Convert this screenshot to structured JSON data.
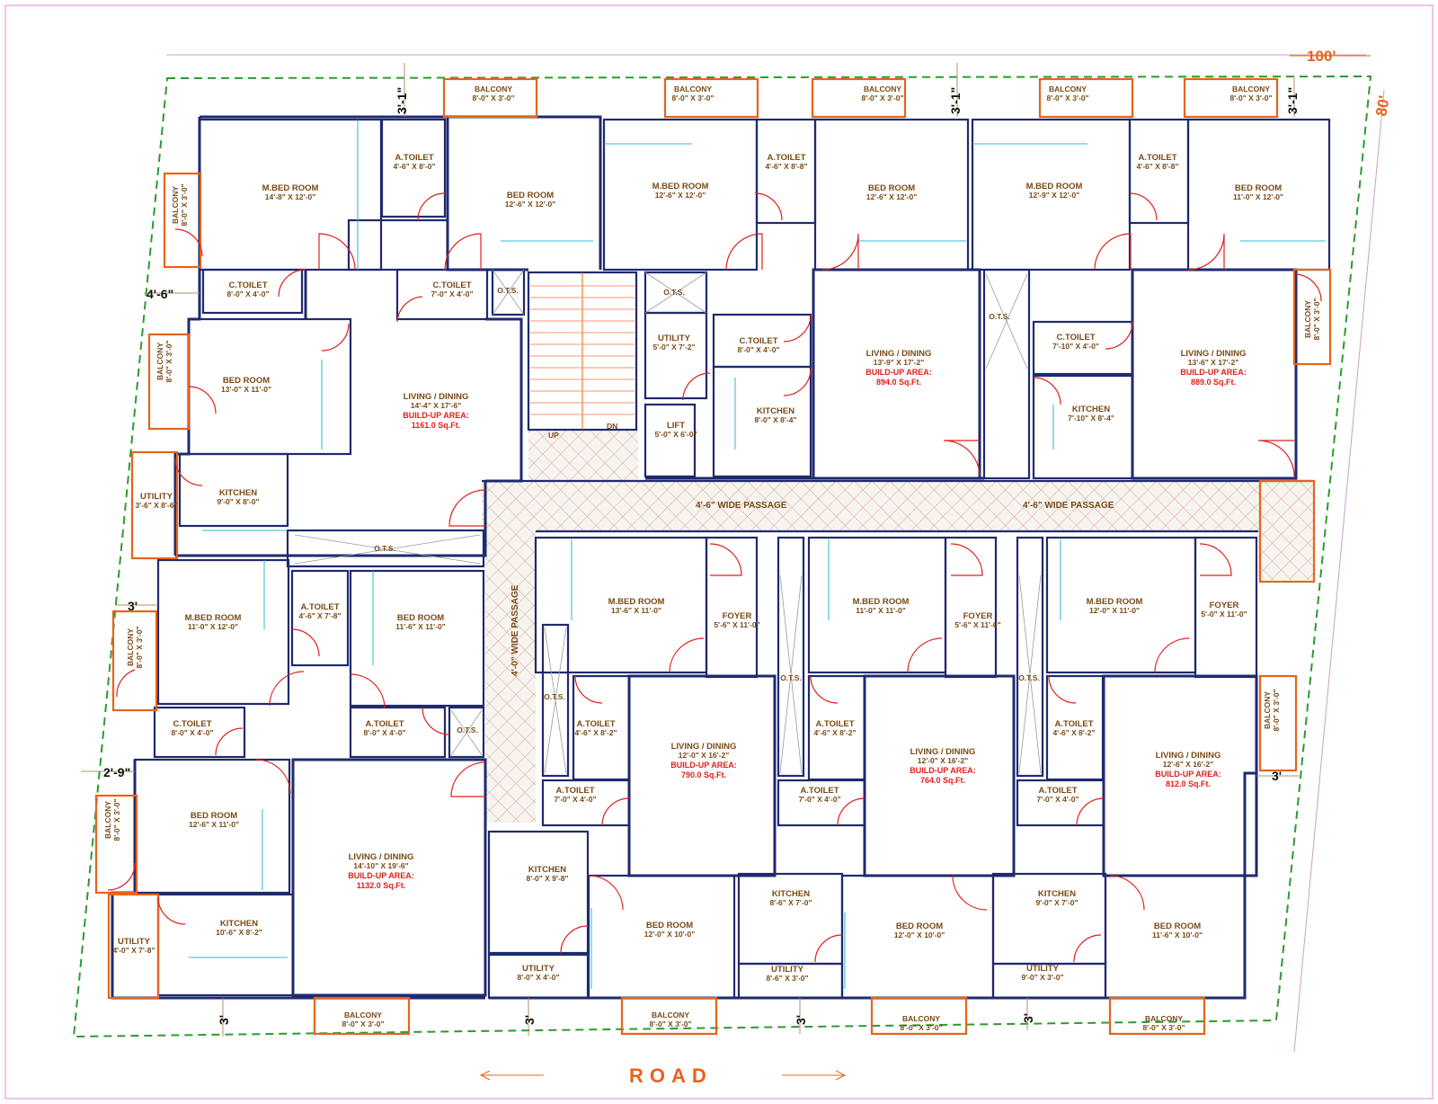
{
  "overall": {
    "width": "100'",
    "depth": "80'",
    "road": "ROAD"
  },
  "setbacks": {
    "top_left": "3'-1\"",
    "top_mid": "3'-1\"",
    "top_right": "3'-1\"",
    "left_upper": "4'-6\"",
    "left_mid": "3'",
    "left_lower": "2'-9\"",
    "right_lower": "3'",
    "bottom_1": "3'",
    "bottom_2": "3'",
    "bottom_3": "3'",
    "bottom_4": "3'"
  },
  "passages": {
    "north_1": "4'-6\" WIDE PASSAGE",
    "north_2": "4'-6\" WIDE PASSAGE",
    "west": "4'-0\" WIDE PASSAGE"
  },
  "stair": {
    "up": "UP",
    "dn": "DN"
  },
  "rooms": [
    {
      "id": "f1-mbed",
      "name": "M.BED ROOM",
      "dim": "14'-8\" X 12'-0\""
    },
    {
      "id": "f1-atoilet",
      "name": "A.TOILET",
      "dim": "4'-6\" X 8'-0\""
    },
    {
      "id": "f1-bed2",
      "name": "BED ROOM",
      "dim": "12'-6\" X 12'-0\""
    },
    {
      "id": "f1-ctoilet-a",
      "name": "C.TOILET",
      "dim": "8'-0\" X 4'-0\""
    },
    {
      "id": "f1-ctoilet-b",
      "name": "C.TOILET",
      "dim": "7'-0\" X 4'-0\""
    },
    {
      "id": "f1-bed3",
      "name": "BED ROOM",
      "dim": "13'-0\" X 11'-0\""
    },
    {
      "id": "f1-living",
      "name": "LIVING / DINING",
      "dim": "14'-4\" X 17'-6\"",
      "area_label": "BUILD-UP AREA:",
      "area": "1161.0 Sq.Ft."
    },
    {
      "id": "f1-kitchen",
      "name": "KITCHEN",
      "dim": "9'-0\" X 8'-0\""
    },
    {
      "id": "f1-utility",
      "name": "UTILITY",
      "dim": "3'-6\" X 8'-6\""
    },
    {
      "id": "f2-mbed",
      "name": "M.BED ROOM",
      "dim": "12'-6\" X 12'-0\""
    },
    {
      "id": "f2-atoilet",
      "name": "A.TOILET",
      "dim": "4'-6\" X 8'-8\""
    },
    {
      "id": "f2-bed",
      "name": "BED ROOM",
      "dim": "12'-6\" X 12'-0\""
    },
    {
      "id": "f2-utility",
      "name": "UTILITY",
      "dim": "5'-0\" X 7'-2\""
    },
    {
      "id": "f2-ctoilet",
      "name": "C.TOILET",
      "dim": "8'-0\" X 4'-0\""
    },
    {
      "id": "f2-kitchen",
      "name": "KITCHEN",
      "dim": "8'-0\" X 8'-4\""
    },
    {
      "id": "f2-living",
      "name": "LIVING / DINING",
      "dim": "13'-9\" X 17'-2\"",
      "area_label": "BUILD-UP AREA:",
      "area": "894.0 Sq.Ft."
    },
    {
      "id": "lift",
      "name": "LIFT",
      "dim": "5'-0\" X 6'-0\""
    },
    {
      "id": "f3-mbed",
      "name": "M.BED ROOM",
      "dim": "12'-9\" X 12'-0\""
    },
    {
      "id": "f3-atoilet",
      "name": "A.TOILET",
      "dim": "4'-6\" X 8'-8\""
    },
    {
      "id": "f3-bed",
      "name": "BED ROOM",
      "dim": "11'-0\" X 12'-0\""
    },
    {
      "id": "f3-ctoilet",
      "name": "C.TOILET",
      "dim": "7'-10\" X 4'-0\""
    },
    {
      "id": "f3-kitchen",
      "name": "KITCHEN",
      "dim": "7'-10\" X 8'-4\""
    },
    {
      "id": "f3-living",
      "name": "LIVING / DINING",
      "dim": "13'-6\" X 17'-2\"",
      "area_label": "BUILD-UP AREA:",
      "area": "889.0 Sq.Ft."
    },
    {
      "id": "f4-mbed",
      "name": "M.BED ROOM",
      "dim": "11'-0\" X 12'-0\""
    },
    {
      "id": "f4-atoilet",
      "name": "A.TOILET",
      "dim": "4'-6\" X 7'-8\""
    },
    {
      "id": "f4-bed",
      "name": "BED ROOM",
      "dim": "11'-6\" X 11'-0\""
    },
    {
      "id": "f4-ctoilet",
      "name": "C.TOILET",
      "dim": "8'-0\" X 4'-0\""
    },
    {
      "id": "f4-atoilet2",
      "name": "A.TOILET",
      "dim": "8'-0\" X 4'-0\""
    },
    {
      "id": "f4-bed2",
      "name": "BED ROOM",
      "dim": "12'-6\" X 11'-0\""
    },
    {
      "id": "f4-living",
      "name": "LIVING / DINING",
      "dim": "14'-10\" X 19'-6\"",
      "area_label": "BUILD-UP AREA:",
      "area": "1132.0 Sq.Ft."
    },
    {
      "id": "f4-kitchen",
      "name": "KITCHEN",
      "dim": "10'-6\" X 8'-2\""
    },
    {
      "id": "f4-utility",
      "name": "UTILITY",
      "dim": "4'-0\" X 7'-8\""
    },
    {
      "id": "f5-mbed",
      "name": "M.BED ROOM",
      "dim": "13'-6\" X 11'-0\""
    },
    {
      "id": "f5-foyer",
      "name": "FOYER",
      "dim": "5'-6\" X 11'-0\""
    },
    {
      "id": "f5-atoilet",
      "name": "A.TOILET",
      "dim": "4'-6\" X 8'-2\""
    },
    {
      "id": "f5-atoilet2",
      "name": "A.TOILET",
      "dim": "7'-0\" X 4'-0\""
    },
    {
      "id": "f5-living",
      "name": "LIVING / DINING",
      "dim": "12'-0\" X 16'-2\"",
      "area_label": "BUILD-UP AREA:",
      "area": "790.0 Sq.Ft."
    },
    {
      "id": "f5-kitchen",
      "name": "KITCHEN",
      "dim": "8'-0\" X 9'-8\""
    },
    {
      "id": "f5-utility",
      "name": "UTILITY",
      "dim": "8'-0\" X 4'-0\""
    },
    {
      "id": "f5-bed",
      "name": "BED ROOM",
      "dim": "12'-0\" X 10'-0\""
    },
    {
      "id": "f6-mbed",
      "name": "M.BED ROOM",
      "dim": "11'-0\" X 11'-0\""
    },
    {
      "id": "f6-foyer",
      "name": "FOYER",
      "dim": "5'-6\" X 11'-0\""
    },
    {
      "id": "f6-atoilet",
      "name": "A.TOILET",
      "dim": "4'-6\" X 8'-2\""
    },
    {
      "id": "f6-atoilet2",
      "name": "A.TOILET",
      "dim": "7'-0\" X 4'-0\""
    },
    {
      "id": "f6-living",
      "name": "LIVING / DINING",
      "dim": "12'-0\" X 16'-2\"",
      "area_label": "BUILD-UP AREA:",
      "area": "764.0 Sq.Ft."
    },
    {
      "id": "f6-kitchen",
      "name": "KITCHEN",
      "dim": "8'-6\" X 7'-0\""
    },
    {
      "id": "f6-utility",
      "name": "UTILITY",
      "dim": "8'-6\" X 3'-0\""
    },
    {
      "id": "f6-bed",
      "name": "BED ROOM",
      "dim": "12'-0\" X 10'-0\""
    },
    {
      "id": "f7-mbed",
      "name": "M.BED ROOM",
      "dim": "12'-0\" X 11'-0\""
    },
    {
      "id": "f7-foyer",
      "name": "FOYER",
      "dim": "5'-0\" X 11'-0\""
    },
    {
      "id": "f7-atoilet",
      "name": "A.TOILET",
      "dim": "4'-6\" X 8'-2\""
    },
    {
      "id": "f7-atoilet2",
      "name": "A.TOILET",
      "dim": "7'-0\" X 4'-0\""
    },
    {
      "id": "f7-living",
      "name": "LIVING / DINING",
      "dim": "12'-6\" X 16'-2\"",
      "area_label": "BUILD-UP AREA:",
      "area": "812.0 Sq.Ft."
    },
    {
      "id": "f7-kitchen",
      "name": "KITCHEN",
      "dim": "9'-0\" X 7'-0\""
    },
    {
      "id": "f7-utility",
      "name": "UTILITY",
      "dim": "9'-0\" X 3'-0\""
    },
    {
      "id": "f7-bed",
      "name": "BED ROOM",
      "dim": "11'-6\" X 10'-0\""
    }
  ],
  "balconies": [
    {
      "id": "bt1",
      "name": "BALCONY",
      "dim": "8'-0\" X 3'-0\""
    },
    {
      "id": "bt2",
      "name": "BALCONY",
      "dim": "8'-0\" X 3'-0\""
    },
    {
      "id": "bt3",
      "name": "BALCONY",
      "dim": "8'-0\" X 3'-0\""
    },
    {
      "id": "bt4",
      "name": "BALCONY",
      "dim": "8'-0\" X 3'-0\""
    },
    {
      "id": "bt5",
      "name": "BALCONY",
      "dim": "8'-0\" X 3'-0\""
    },
    {
      "id": "bl1",
      "name": "BALCONY",
      "dim": "8'-0\" X 3'-0\""
    },
    {
      "id": "bl2",
      "name": "BALCONY",
      "dim": "8'-0\" X 3'-0\""
    },
    {
      "id": "bl3",
      "name": "BALCONY",
      "dim": "8'-0\" X 3'-0\""
    },
    {
      "id": "bl4",
      "name": "BALCONY",
      "dim": "8'-0\" X 3'-0\""
    },
    {
      "id": "br1",
      "name": "BALCONY",
      "dim": "8'-0\" X 3'-0\""
    },
    {
      "id": "br2",
      "name": "BALCONY",
      "dim": "8'-0\" X 3'-0\""
    },
    {
      "id": "bb1",
      "name": "BALCONY",
      "dim": "8'-0\" X 3'-0\""
    },
    {
      "id": "bb2",
      "name": "BALCONY",
      "dim": "8'-0\" X 3'-0\""
    },
    {
      "id": "bb3",
      "name": "BALCONY",
      "dim": "8'-0\" X 3'-0\""
    },
    {
      "id": "bb4",
      "name": "BALCONY",
      "dim": "8'-0\" X 3'-0\""
    }
  ],
  "ots_label": "O.T.S."
}
